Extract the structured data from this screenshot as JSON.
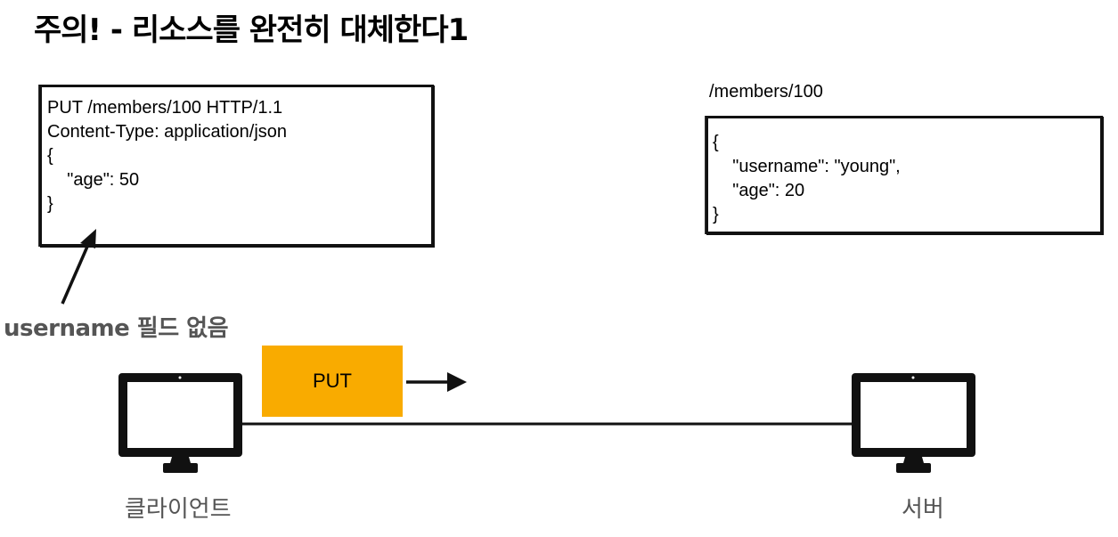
{
  "title": "주의! - 리소스를 완전히 대체한다1",
  "request": {
    "lines": [
      "PUT /members/100 HTTP/1.1",
      "Content-Type: application/json",
      "",
      "{",
      "    \"age\": 50",
      "}"
    ]
  },
  "resource": {
    "path": "/members/100",
    "lines": [
      "{",
      "    \"username\": \"young\",",
      "    \"age\": 20",
      "}"
    ]
  },
  "note": "username 필드 없음",
  "method": "PUT",
  "client": {
    "label": "클라이언트",
    "icon": "monitor-icon"
  },
  "server": {
    "label": "서버",
    "icon": "monitor-icon"
  },
  "colors": {
    "method_box": "#f9ab00",
    "label_gray": "#555555"
  }
}
